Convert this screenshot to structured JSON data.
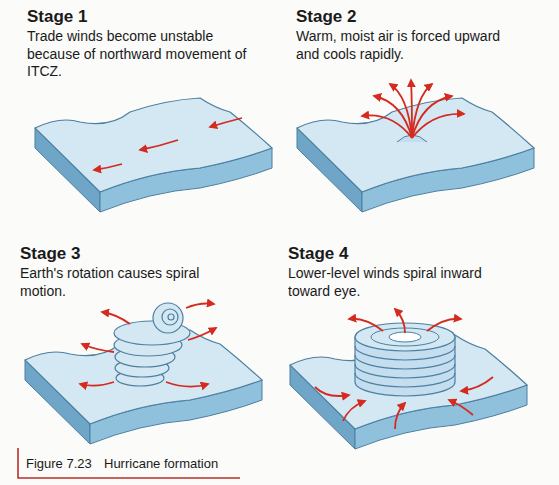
{
  "diagram": {
    "caption": "Hurricane formation",
    "labels": [
      "Stage 1",
      "Trade winds become unstable because of northward movement of ITCZ.",
      "Stage 2",
      "Warm, moist air is forced upward and cools rapidly.",
      "Stage 3",
      "Earth's rotation causes spiral motion.",
      "Stage 4",
      "Lower-level winds spiral inward toward eye.",
      "Figure 7.23"
    ]
  }
}
